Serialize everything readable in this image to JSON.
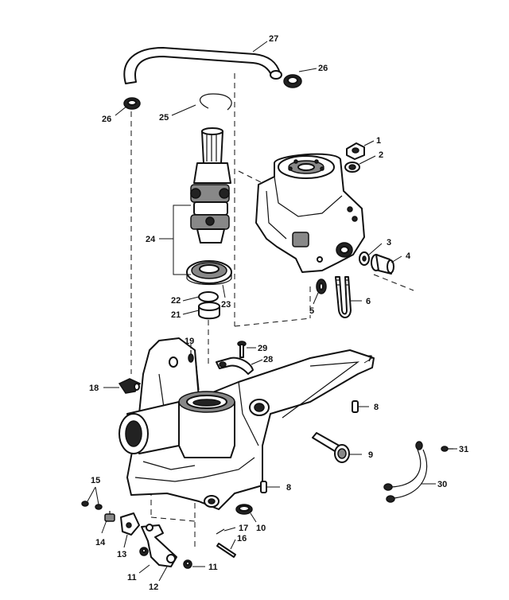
{
  "callouts": {
    "c1": "1",
    "c2": "2",
    "c3": "3",
    "c4": "4",
    "c5": "5",
    "c6": "6",
    "c7": "7",
    "c8a": "8",
    "c8b": "8",
    "c9": "9",
    "c10": "10",
    "c11a": "11",
    "c11b": "11",
    "c12": "12",
    "c13": "13",
    "c14": "14",
    "c15": "15",
    "c16": "16",
    "c17": "17",
    "c18": "18",
    "c19": "19",
    "c21": "21",
    "c22": "22",
    "c23": "23",
    "c24": "24",
    "c25": "25",
    "c26a": "26",
    "c26b": "26",
    "c27": "27",
    "c28": "28",
    "c29": "29",
    "c30": "30",
    "c31": "31"
  }
}
